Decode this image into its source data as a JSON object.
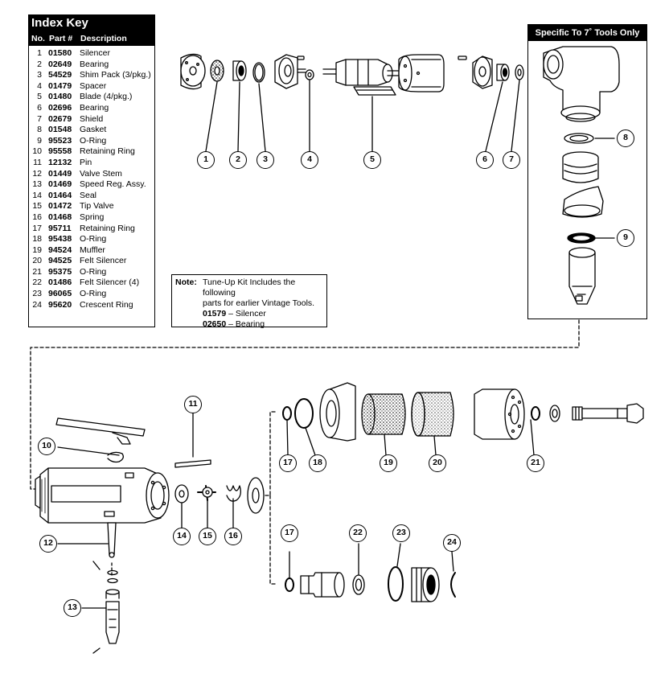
{
  "index_key": {
    "title": "Index Key",
    "col_no": "No.",
    "col_part": "Part #",
    "col_desc": "Description",
    "items": [
      {
        "no": "1",
        "part": "01580",
        "desc": "Silencer"
      },
      {
        "no": "2",
        "part": "02649",
        "desc": "Bearing"
      },
      {
        "no": "3",
        "part": "54529",
        "desc": "Shim Pack (3/pkg.)"
      },
      {
        "no": "4",
        "part": "01479",
        "desc": "Spacer"
      },
      {
        "no": "5",
        "part": "01480",
        "desc": "Blade (4/pkg.)"
      },
      {
        "no": "6",
        "part": "02696",
        "desc": "Bearing"
      },
      {
        "no": "7",
        "part": "02679",
        "desc": "Shield"
      },
      {
        "no": "8",
        "part": "01548",
        "desc": "Gasket"
      },
      {
        "no": "9",
        "part": "95523",
        "desc": "O-Ring"
      },
      {
        "no": "10",
        "part": "95558",
        "desc": "Retaining Ring"
      },
      {
        "no": "11",
        "part": "12132",
        "desc": "Pin"
      },
      {
        "no": "12",
        "part": "01449",
        "desc": "Valve Stem"
      },
      {
        "no": "13",
        "part": "01469",
        "desc": "Speed Reg. Assy."
      },
      {
        "no": "14",
        "part": "01464",
        "desc": "Seal"
      },
      {
        "no": "15",
        "part": "01472",
        "desc": "Tip Valve"
      },
      {
        "no": "16",
        "part": "01468",
        "desc": "Spring"
      },
      {
        "no": "17",
        "part": "95711",
        "desc": "Retaining Ring"
      },
      {
        "no": "18",
        "part": "95438",
        "desc": "O-Ring"
      },
      {
        "no": "19",
        "part": "94524",
        "desc": "Muffler"
      },
      {
        "no": "20",
        "part": "94525",
        "desc": "Felt Silencer"
      },
      {
        "no": "21",
        "part": "95375",
        "desc": "O-Ring"
      },
      {
        "no": "22",
        "part": "01486",
        "desc": "Felt Silencer (4)"
      },
      {
        "no": "23",
        "part": "96065",
        "desc": "O-Ring"
      },
      {
        "no": "24",
        "part": "95620",
        "desc": "Crescent Ring"
      }
    ]
  },
  "note": {
    "label": "Note:",
    "line1": "Tune-Up Kit Includes the following",
    "line2": "parts for earlier Vintage Tools.",
    "item1_part": "01579",
    "item1_desc": "– Silencer",
    "item2_part": "02650",
    "item2_desc": "– Bearing"
  },
  "specific_box": {
    "title": "Specific To 7˚ Tools Only"
  },
  "callouts": [
    {
      "label": "1"
    },
    {
      "label": "2"
    },
    {
      "label": "3"
    },
    {
      "label": "4"
    },
    {
      "label": "5"
    },
    {
      "label": "6"
    },
    {
      "label": "7"
    },
    {
      "label": "8"
    },
    {
      "label": "9"
    },
    {
      "label": "10"
    },
    {
      "label": "11"
    },
    {
      "label": "12"
    },
    {
      "label": "13"
    },
    {
      "label": "14"
    },
    {
      "label": "15"
    },
    {
      "label": "16"
    },
    {
      "label": "17"
    },
    {
      "label": "18"
    },
    {
      "label": "19"
    },
    {
      "label": "20"
    },
    {
      "label": "21"
    },
    {
      "label": "17"
    },
    {
      "label": "22"
    },
    {
      "label": "23"
    },
    {
      "label": "24"
    }
  ],
  "colors": {
    "ink": "#000000",
    "paper": "#ffffff",
    "shade": "#d9d9d9"
  }
}
